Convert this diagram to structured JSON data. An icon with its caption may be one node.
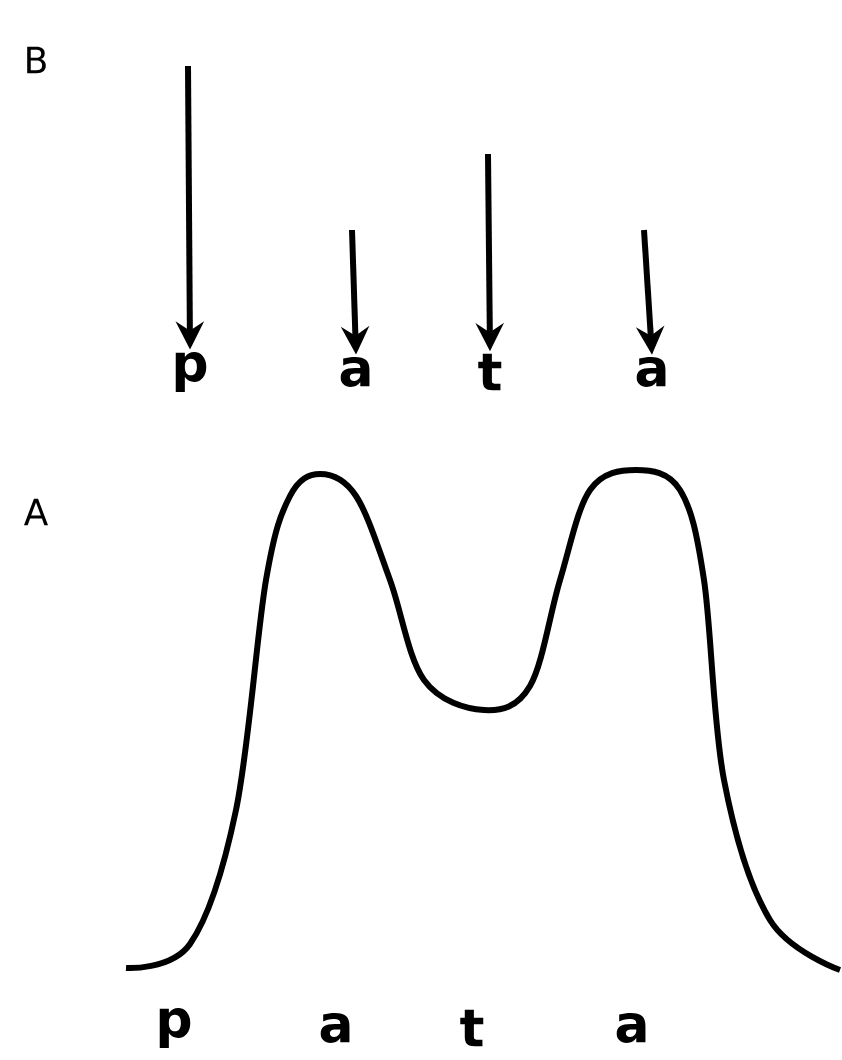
{
  "diagram": {
    "nodes": [
      {
        "text": [
          "p"
        ]
      },
      {
        "text": [
          "a"
        ]
      },
      {
        "text": [
          "t"
        ]
      },
      {
        "text": [
          "a"
        ]
      }
    ],
    "edges": [
      {
        "from": null,
        "to": 0,
        "arrow": "to"
      },
      {
        "from": null,
        "to": 1,
        "arrow": "to"
      },
      {
        "from": null,
        "to": 2,
        "arrow": "to"
      },
      {
        "from": null,
        "to": 3,
        "arrow": "to"
      }
    ],
    "labels": [
      "B",
      "A",
      "p",
      "a",
      "t",
      "a"
    ]
  }
}
